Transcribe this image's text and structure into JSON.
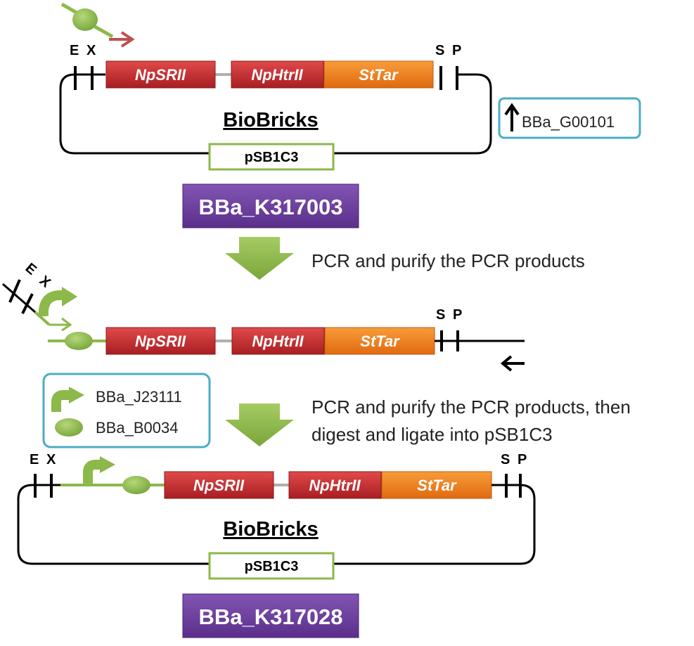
{
  "construct1": {
    "sites_left": [
      "E",
      "X"
    ],
    "sites_right": [
      "S",
      "P"
    ],
    "parts": [
      "NpSRII",
      "NpHtrII",
      "StTar"
    ],
    "title": "BioBricks",
    "backbone": "pSB1C3",
    "primer_box": "BBa_G00101",
    "part_id": "BBa_K317003"
  },
  "step1": {
    "caption": "PCR and purify the PCR products"
  },
  "pcr_product": {
    "sites_left": [
      "E",
      "X"
    ],
    "sites_right": [
      "S",
      "P"
    ],
    "parts": [
      "NpSRII",
      "NpHtrII",
      "StTar"
    ]
  },
  "legend": {
    "promoter": "BBa_J23111",
    "rbs": "BBa_B0034"
  },
  "step2": {
    "caption_line1": "PCR and purify the PCR products, then",
    "caption_line2": "digest and ligate into pSB1C3"
  },
  "construct2": {
    "sites_left": [
      "E",
      "X"
    ],
    "sites_right": [
      "S",
      "P"
    ],
    "parts": [
      "NpSRII",
      "NpHtrII",
      "StTar"
    ],
    "title": "BioBricks",
    "backbone": "pSB1C3",
    "part_id": "BBa_K317028"
  },
  "colors": {
    "red_part": "#c8282c",
    "orange_part": "#f07e1c",
    "green": "#8db84a",
    "purple": "#6a3d9a",
    "teal_box": "#4bacc6"
  }
}
